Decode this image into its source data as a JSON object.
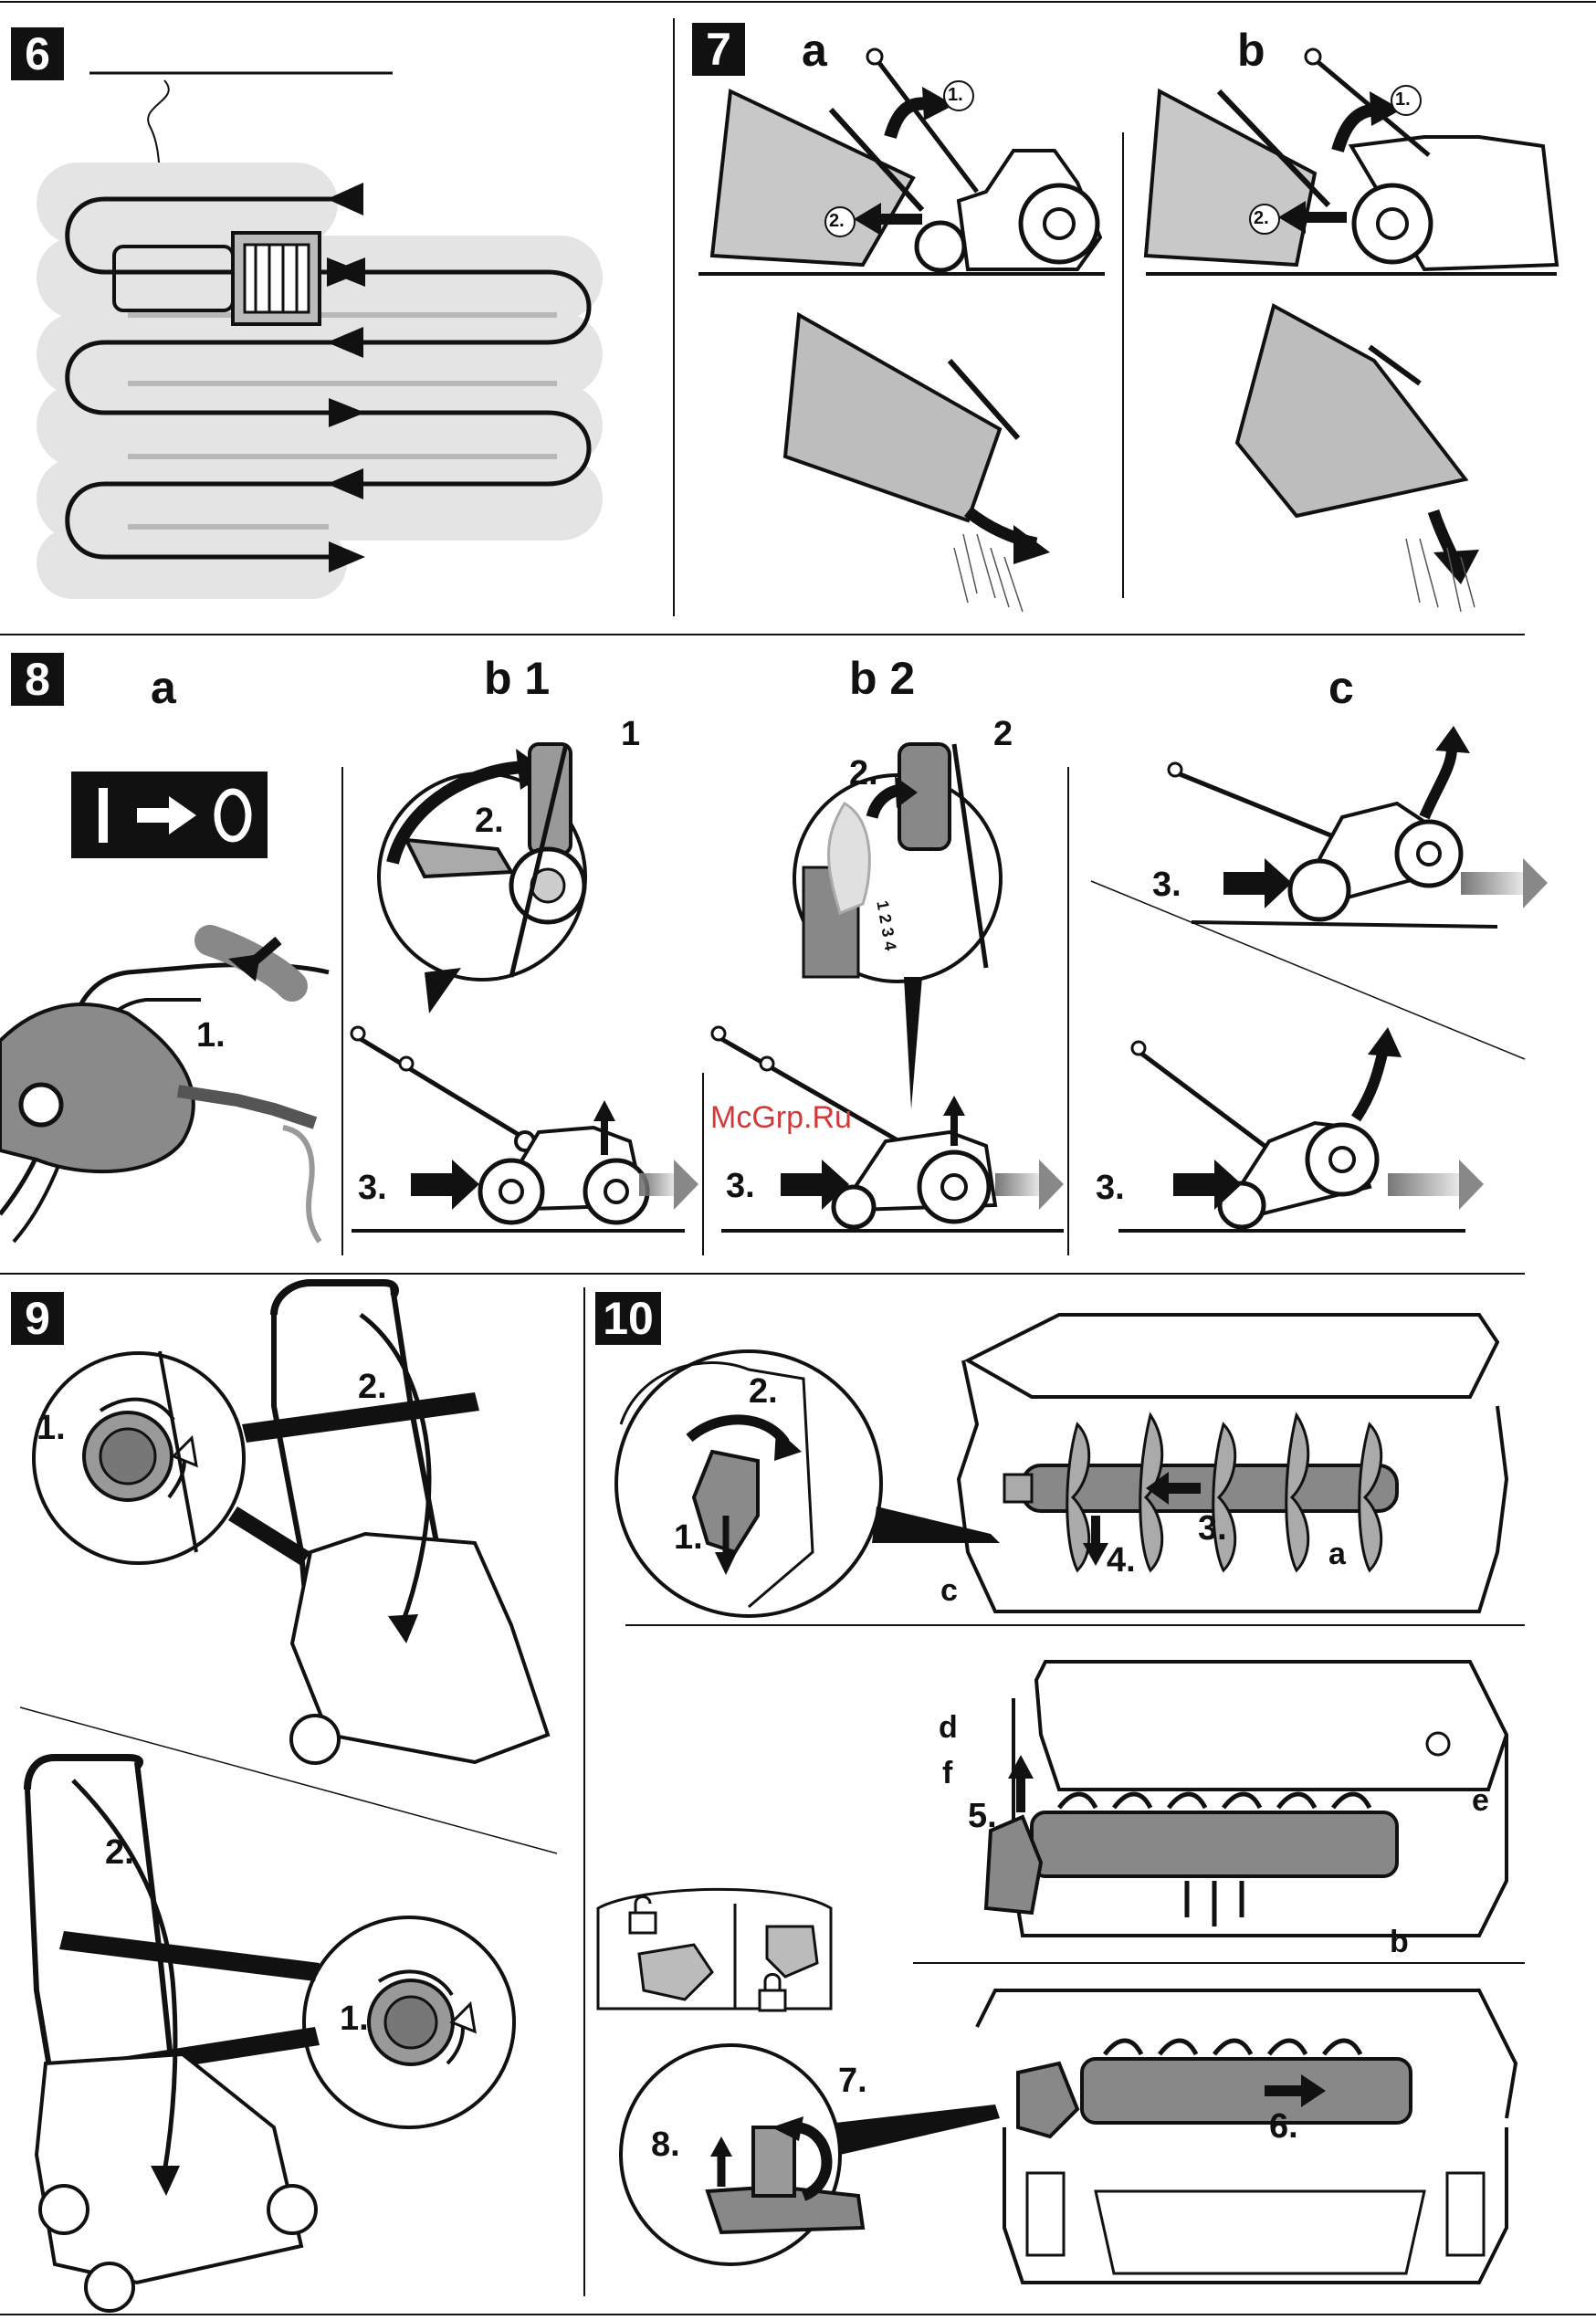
{
  "figures": {
    "fig6": {
      "number": "6"
    },
    "fig7": {
      "number": "7",
      "panel_a": "a",
      "panel_b": "b",
      "step1": "1.",
      "step2": "2."
    },
    "fig8": {
      "number": "8",
      "panel_a": "a",
      "panel_b1": "b 1",
      "panel_b2": "b 2",
      "panel_c": "c",
      "step1": "1.",
      "step2": "2.",
      "step3": "3.",
      "callout1": "1",
      "callout2": "2",
      "dial_numbers": "1 2 3 4"
    },
    "fig9": {
      "number": "9",
      "step1": "1.",
      "step2": "2."
    },
    "fig10": {
      "number": "10",
      "step1": "1.",
      "step2": "2.",
      "step3": "3.",
      "step4": "4.",
      "step5": "5.",
      "step6": "6.",
      "step7": "7.",
      "step8": "8.",
      "label_a": "a",
      "label_b": "b",
      "label_c": "c",
      "label_d": "d",
      "label_e": "e",
      "label_f": "f"
    }
  },
  "watermark": "McGrp.Ru",
  "colors": {
    "ink": "#111111",
    "fill_grey": "#c8c8c8",
    "path_grey": "#e6e6e6",
    "watermark": "#d23a3a"
  }
}
